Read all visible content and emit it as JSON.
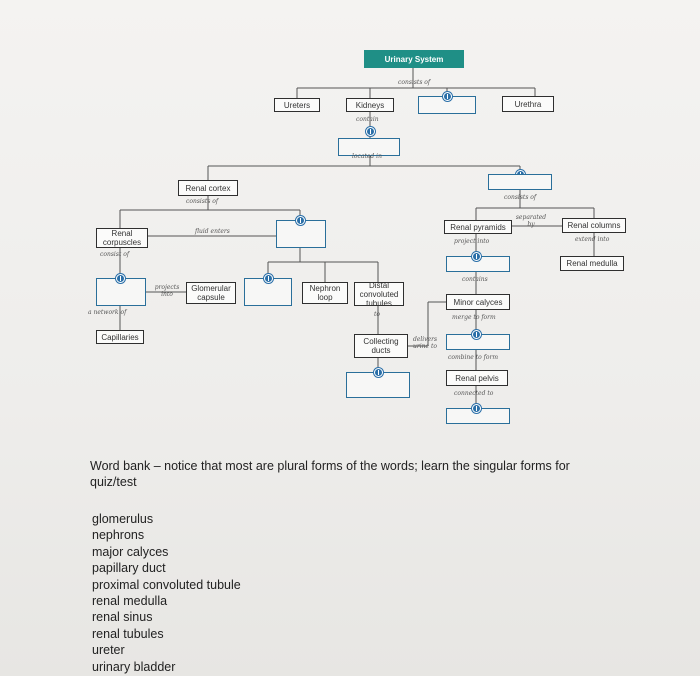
{
  "concept_map": {
    "title": "Urinary System",
    "boxes": {
      "ureters": "Ureters",
      "kidneys": "Kidneys",
      "urethra": "Urethra",
      "renal_cortex": "Renal cortex",
      "renal_corpuscles": "Renal corpuscles",
      "glomerular_capsule": "Glomerular capsule",
      "capillaries": "Capillaries",
      "nephron_loop": "Nephron loop",
      "distal_convoluted_tubules": "Distal convoluted tubules",
      "collecting_ducts": "Collecting ducts",
      "renal_pyramids": "Renal pyramids",
      "renal_columns": "Renal columns",
      "renal_medulla": "Renal medulla",
      "minor_calyces": "Minor calyces",
      "renal_pelvis": "Renal pelvis"
    },
    "links": {
      "consists_of_top": "consists of",
      "contain": "contain",
      "located_in": "located in",
      "consists_of_right": "consists of",
      "consists_of_cortex": "consists of",
      "fluid_enters": "fluid enters",
      "consist_of": "consist of",
      "projects_into": "projects into",
      "a_network_of": "a network of",
      "to": "to",
      "delivers_urine_to": "delivers urine to",
      "separated_by": "separated by",
      "project_into": "project into",
      "extend_into": "extend into",
      "contains": "contains",
      "merge_to_form": "merge to form",
      "combine_to_form": "combine to form",
      "connected_to": "connected to"
    }
  },
  "word_bank": {
    "heading": "Word bank – notice that most are plural forms of the words; learn the singular forms for quiz/test",
    "words": [
      "glomerulus",
      "nephrons",
      "major calyces",
      "papillary duct",
      "proximal convoluted tubule",
      "renal medulla",
      "renal sinus",
      "renal tubules",
      "ureter",
      "urinary bladder"
    ]
  }
}
